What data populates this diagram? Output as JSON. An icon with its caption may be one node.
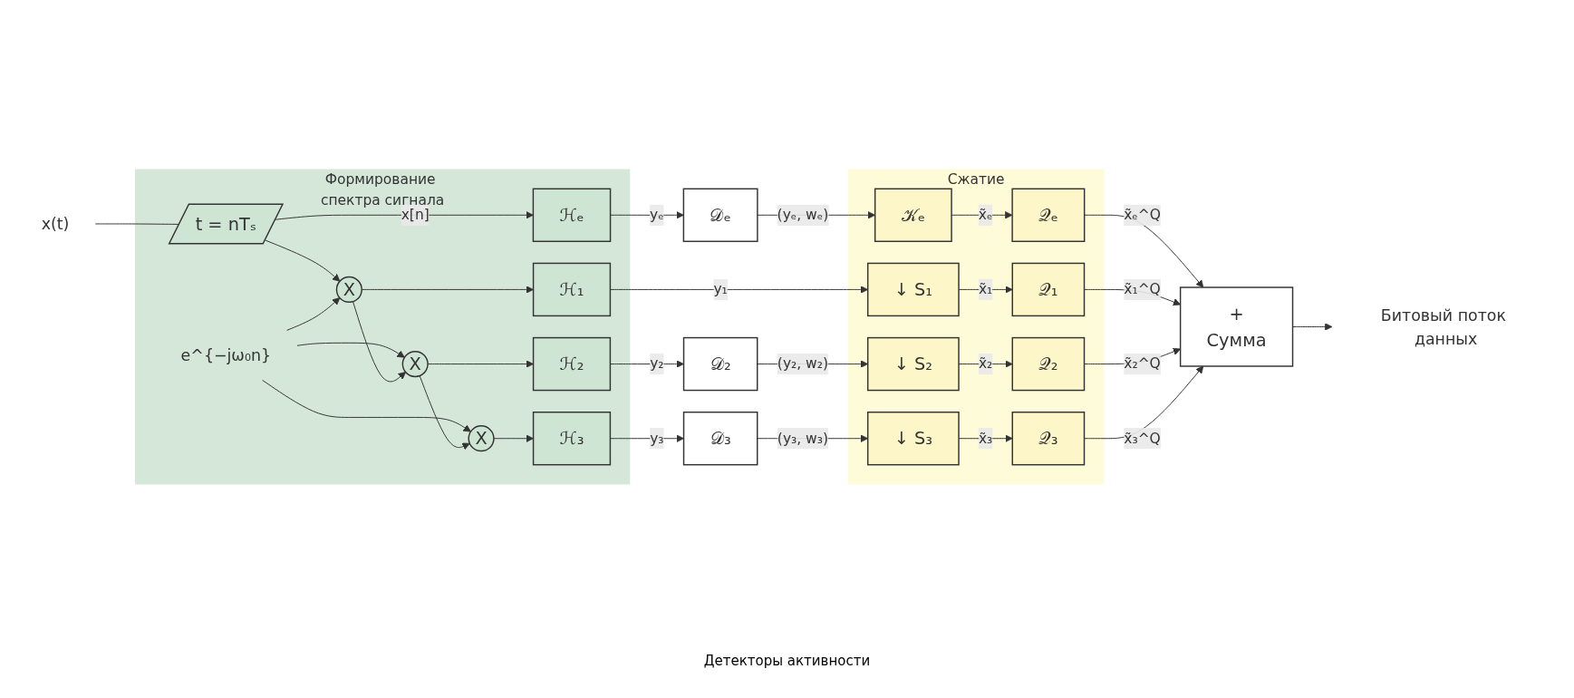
{
  "diagram": {
    "nodes": [
      {
        "text": [
          "Формирование спектра сигнала"
        ]
      },
      {
        "text": [
          "x(t)"
        ]
      },
      {
        "text": [
          "t = nTₛ"
        ],
        "in": 0
      },
      {
        "text": [
          "ℋₑ"
        ],
        "in": 0
      },
      {
        "text": [
          "X"
        ],
        "in": 0
      },
      {
        "text": [
          "ℋ₁"
        ],
        "in": 0
      },
      {
        "text": [
          "e^{−jω₀n}"
        ],
        "in": 0
      },
      {
        "text": [
          "X"
        ],
        "in": 0
      },
      {
        "text": [
          "ℋ₂"
        ],
        "in": 0
      },
      {
        "text": [
          "X"
        ],
        "in": 0
      },
      {
        "text": [
          "ℋ₃"
        ],
        "in": 0
      },
      {
        "text": [
          "𝒟ₑ"
        ]
      },
      {
        "text": [
          "𝒟₂"
        ]
      },
      {
        "text": [
          "𝒟₃"
        ]
      },
      {
        "text": [
          "Сжатие"
        ]
      },
      {
        "text": [
          "𝒦ₑ"
        ],
        "in": 14
      },
      {
        "text": [
          "𝒬ₑ"
        ],
        "in": 14
      },
      {
        "text": [
          "↓ S₁"
        ],
        "in": 14
      },
      {
        "text": [
          "𝒬₁"
        ],
        "in": 14
      },
      {
        "text": [
          "↓ S₂"
        ],
        "in": 14
      },
      {
        "text": [
          "𝒬₂"
        ],
        "in": 14
      },
      {
        "text": [
          "↓ S₃"
        ],
        "in": 14
      },
      {
        "text": [
          "𝒬₃"
        ],
        "in": 14
      },
      {
        "text": [
          "+",
          "Сумма"
        ]
      },
      {
        "text": [
          "Битовый поток данных"
        ]
      }
    ],
    "edges": [
      {
        "from": 1,
        "to": 2,
        "arrow": "none"
      },
      {
        "from": 2,
        "to": 3,
        "arrow": "to",
        "label": "x[n]"
      },
      {
        "from": 2,
        "to": 4,
        "arrow": "to"
      },
      {
        "from": 6,
        "to": 4,
        "arrow": "to"
      },
      {
        "from": 6,
        "to": 7,
        "arrow": "to"
      },
      {
        "from": 6,
        "to": 9,
        "arrow": "to"
      },
      {
        "from": 4,
        "to": 7,
        "arrow": "to"
      },
      {
        "from": 7,
        "to": 9,
        "arrow": "to"
      },
      {
        "from": 4,
        "to": 5,
        "arrow": "to"
      },
      {
        "from": 7,
        "to": 8,
        "arrow": "to"
      },
      {
        "from": 9,
        "to": 10,
        "arrow": "to"
      },
      {
        "from": 3,
        "to": 11,
        "arrow": "to",
        "label": "yₑ"
      },
      {
        "from": 5,
        "to": 17,
        "arrow": "to",
        "label": "y₁"
      },
      {
        "from": 8,
        "to": 12,
        "arrow": "to",
        "label": "y₂"
      },
      {
        "from": 10,
        "to": 13,
        "arrow": "to",
        "label": "y₃"
      },
      {
        "from": 11,
        "to": 15,
        "arrow": "to",
        "label": "(yₑ, wₑ)"
      },
      {
        "from": 12,
        "to": 19,
        "arrow": "to",
        "label": "(y₂, w₂)"
      },
      {
        "from": 13,
        "to": 21,
        "arrow": "to",
        "label": "(y₃, w₃)"
      },
      {
        "from": 15,
        "to": 16,
        "arrow": "to",
        "label": "x̃ₑ"
      },
      {
        "from": 17,
        "to": 18,
        "arrow": "to",
        "label": "x̃₁"
      },
      {
        "from": 19,
        "to": 20,
        "arrow": "to",
        "label": "x̃₂"
      },
      {
        "from": 21,
        "to": 22,
        "arrow": "to",
        "label": "x̃₃"
      },
      {
        "from": 16,
        "to": 23,
        "arrow": "to",
        "label": "x̃ₑ^Q"
      },
      {
        "from": 18,
        "to": 23,
        "arrow": "to",
        "label": "x̃₁^Q"
      },
      {
        "from": 20,
        "to": 23,
        "arrow": "to",
        "label": "x̃₂^Q"
      },
      {
        "from": 22,
        "to": 23,
        "arrow": "to",
        "label": "x̃₃^Q"
      },
      {
        "from": 23,
        "to": 24,
        "arrow": "to"
      }
    ],
    "labels": [
      "Детекторы активности"
    ]
  }
}
